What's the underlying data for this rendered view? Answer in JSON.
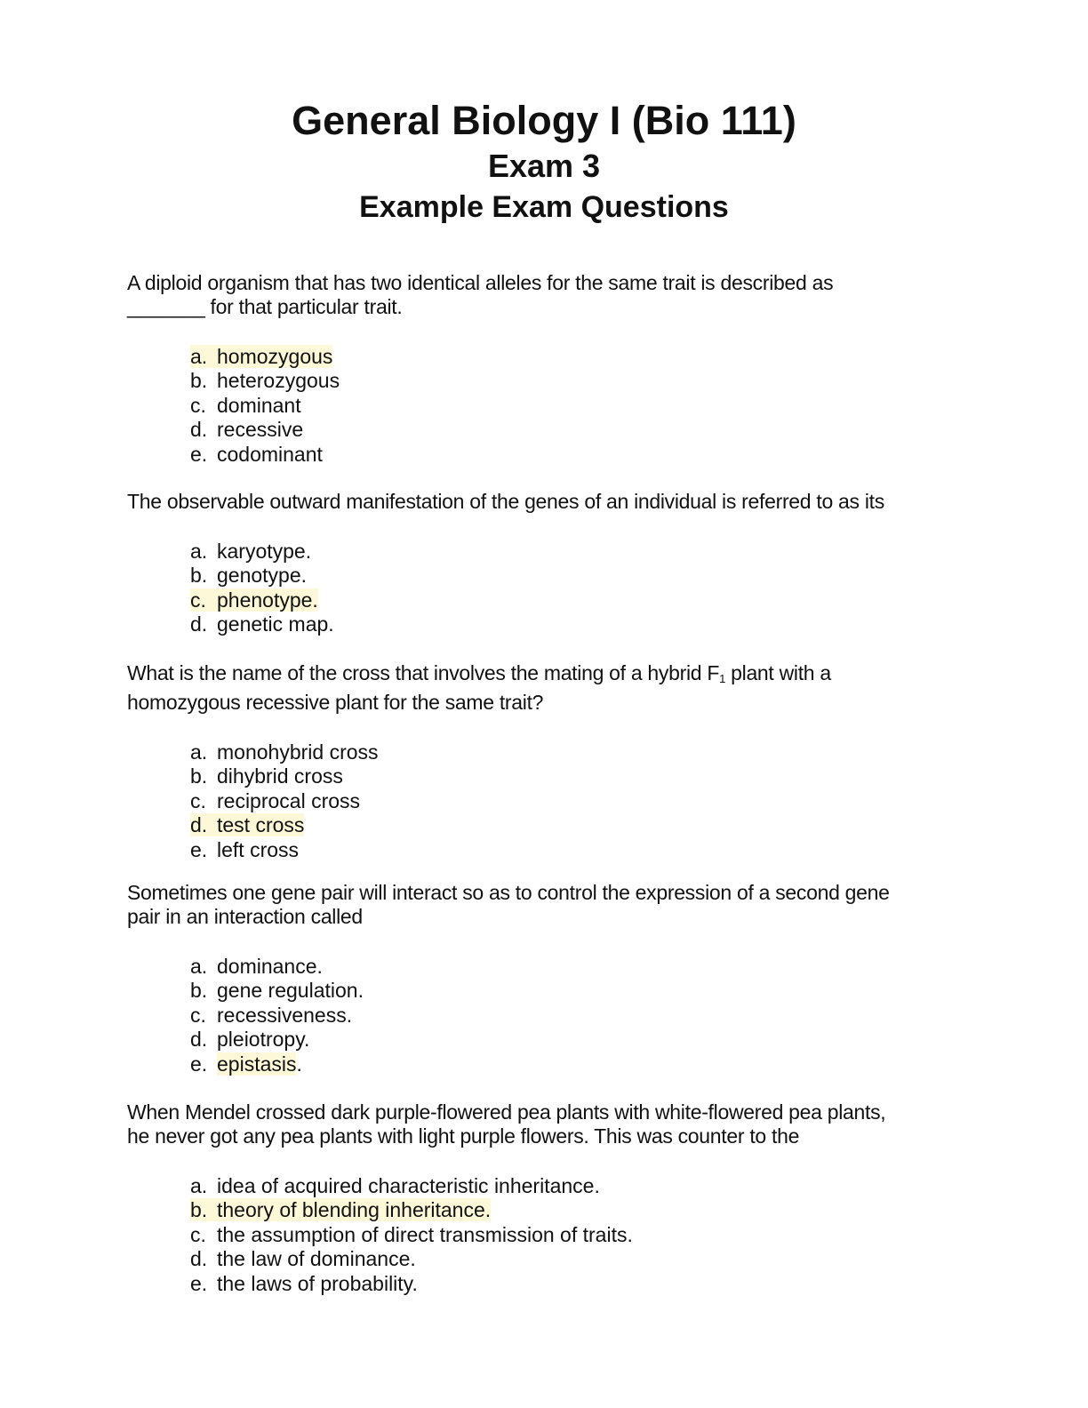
{
  "header": {
    "title": "General Biology I (Bio 111)",
    "exam": "Exam 3",
    "subtitle": "Example Exam Questions"
  },
  "highlight_color": "#fdf9d8",
  "questions": [
    {
      "text_line1": "A diploid organism that has two identical alleles for the same trait is described as",
      "text_line2": "_______ for that particular trait.",
      "options": [
        {
          "letter": "a.",
          "text": "homozygous",
          "highlighted": true
        },
        {
          "letter": "b.",
          "text": "heterozygous",
          "highlighted": false
        },
        {
          "letter": "c.",
          "text": "dominant",
          "highlighted": false
        },
        {
          "letter": "d.",
          "text": "recessive",
          "highlighted": false
        },
        {
          "letter": "e.",
          "text": "codominant",
          "highlighted": false
        }
      ]
    },
    {
      "text_line1": "The observable outward manifestation of the genes of an individual is referred to as its",
      "options": [
        {
          "letter": "a.",
          "text": "karyotype.",
          "highlighted": false
        },
        {
          "letter": "b.",
          "text": "genotype.",
          "highlighted": false
        },
        {
          "letter": "c.",
          "text": "phenotype.",
          "highlighted": true
        },
        {
          "letter": "d.",
          "text": "genetic map.",
          "highlighted": false
        }
      ]
    },
    {
      "text_line1_a": "What is the name of the cross that involves the mating of a hybrid F",
      "text_line1_sub": "1",
      "text_line1_b": " plant with a",
      "text_line2": "homozygous recessive plant for the same trait?",
      "options": [
        {
          "letter": "a.",
          "text": "monohybrid cross",
          "highlighted": false
        },
        {
          "letter": "b.",
          "text": "dihybrid cross",
          "highlighted": false
        },
        {
          "letter": "c.",
          "text": "reciprocal cross",
          "highlighted": false
        },
        {
          "letter": "d.",
          "text": "test cross",
          "highlighted": true
        },
        {
          "letter": "e.",
          "text": "left cross",
          "highlighted": false
        }
      ]
    },
    {
      "text_line1": "Sometimes one gene pair will interact so as to control the expression of a second gene",
      "text_line2": "pair in an interaction called",
      "options": [
        {
          "letter": "a.",
          "text": "dominance.",
          "highlighted": false
        },
        {
          "letter": "b.",
          "text": "gene regulation.",
          "highlighted": false
        },
        {
          "letter": "c.",
          "text": "recessiveness.",
          "highlighted": false
        },
        {
          "letter": "d.",
          "text": "pleiotropy.",
          "highlighted": false
        },
        {
          "letter": "e.",
          "text": "epistasis",
          "suffix": ".",
          "highlighted": true
        }
      ]
    },
    {
      "text_line1": "When Mendel crossed dark purple-flowered pea plants with white-flowered pea plants,",
      "text_line2": "he never got any pea plants with light purple flowers. This was counter to the",
      "options": [
        {
          "letter": "a.",
          "text": "idea of acquired characteristic inheritance.",
          "highlighted": false
        },
        {
          "letter": "b.",
          "text": "theory of blending inheritance.",
          "highlighted": true
        },
        {
          "letter": "c.",
          "text": "the assumption of direct transmission of traits.",
          "highlighted": false
        },
        {
          "letter": "d.",
          "text": "the law of dominance.",
          "highlighted": false
        },
        {
          "letter": "e.",
          "text": "the laws of probability.",
          "highlighted": false
        }
      ]
    }
  ]
}
